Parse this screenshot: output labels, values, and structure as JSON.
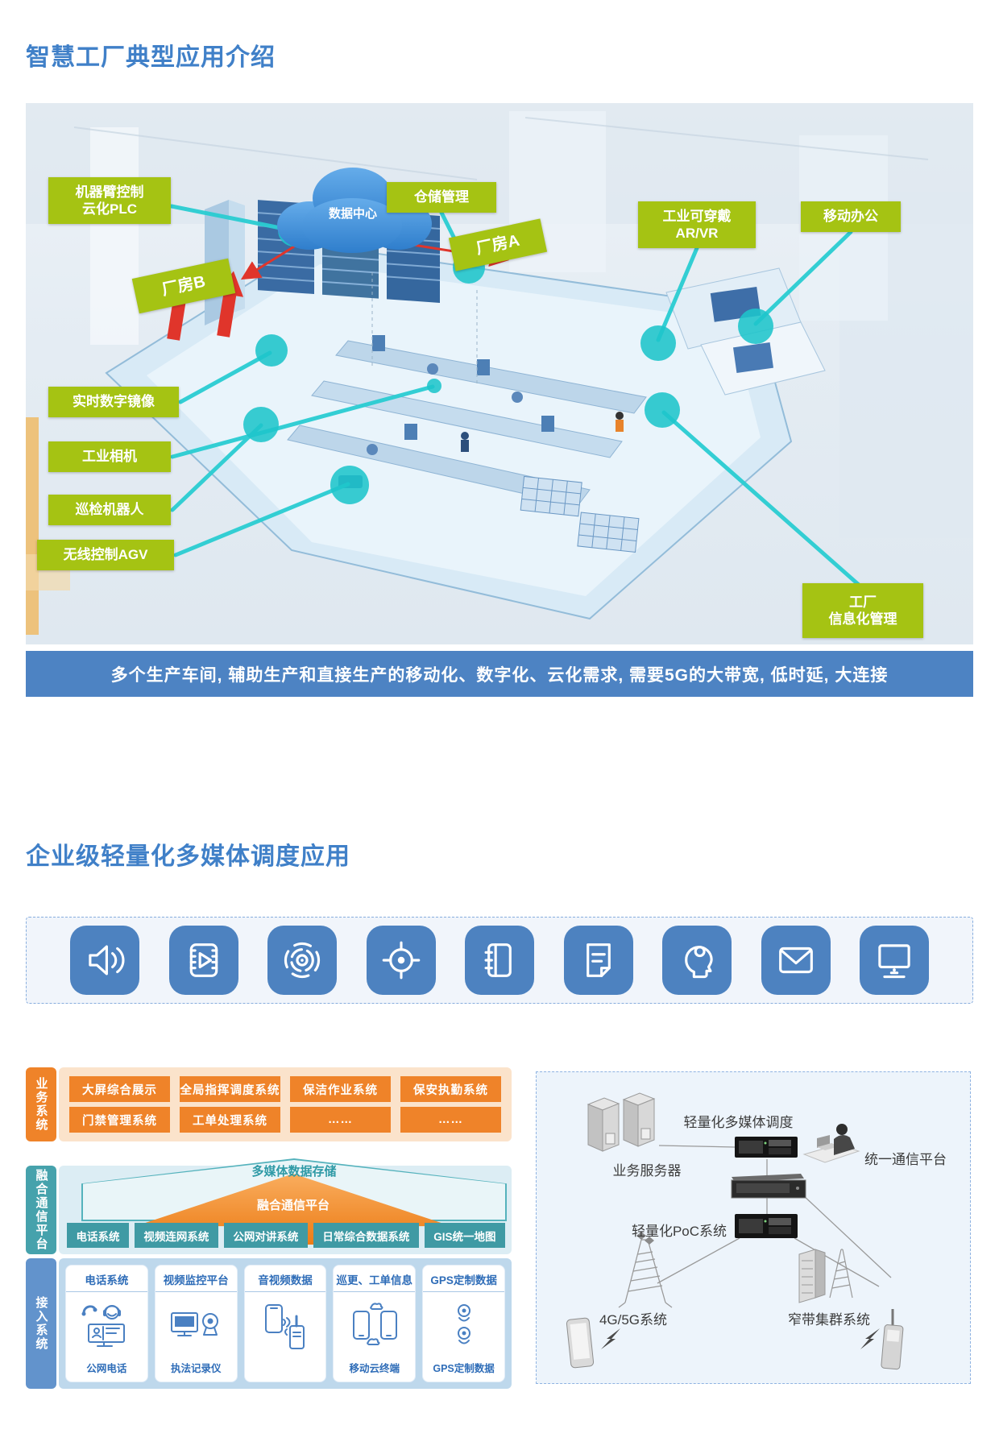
{
  "section1": {
    "title": "智慧工厂典型应用介绍",
    "banner": "多个生产车间, 辅助生产和直接生产的移动化、数字化、云化需求, 需要5G的大带宽, 低时延, 大连接",
    "labels": {
      "robot_plc": "机器臂控制\n云化PLC",
      "data_center": "数据中心",
      "warehouse": "仓储管理",
      "wearable": "工业可穿戴\nAR/VR",
      "mobile_office": "移动办公",
      "building_b": "厂房B",
      "building_a": "厂房A",
      "digital_mirror": "实时数字镜像",
      "industrial_camera": "工业相机",
      "patrol_robot": "巡检机器人",
      "wireless_agv": "无线控制AGV",
      "factory_it": "工厂\n信息化管理"
    }
  },
  "section2": {
    "title": "企业级轻量化多媒体调度应用",
    "icons": [
      "speaker",
      "video-album",
      "radar",
      "gps-target",
      "notebook",
      "message-doc",
      "smart-head",
      "mail",
      "monitor"
    ]
  },
  "business": {
    "tab": "业务系统",
    "row1": [
      "大屏综合展示",
      "全局指挥调度系统",
      "保洁作业系统",
      "保安执勤系统"
    ],
    "row2": [
      "门禁管理系统",
      "工单处理系统",
      "……",
      "……"
    ]
  },
  "fusion": {
    "tab": "融合通信平台",
    "roof": "多媒体数据存储",
    "arrow": "融合通信平台",
    "items": [
      "电话系统",
      "视频连网系统",
      "公网对讲系统",
      "日常综合数据系统",
      "GIS统一地图"
    ]
  },
  "access": {
    "tab": "接入系统",
    "cards": [
      {
        "title": "电话系统",
        "caption": "公网电话"
      },
      {
        "title": "视频监控平台",
        "caption": "执法记录仪"
      },
      {
        "title": "音视频数据",
        "caption": ""
      },
      {
        "title": "巡更、工单信息",
        "caption": "移动云终端"
      },
      {
        "title": "GPS定制数据",
        "caption": "GPS定制数据"
      }
    ]
  },
  "diagram": {
    "labels": {
      "biz_server": "业务服务器",
      "lw_dispatch": "轻量化多媒体调度",
      "uc_platform": "统一通信平台",
      "lw_poc": "轻量化PoC系统",
      "lte": "4G/5G系统",
      "nb": "窄带集群系统"
    }
  },
  "colors": {
    "heading_blue": "#4080c8",
    "banner_blue": "#4d83c3",
    "label_green": "#a5c313",
    "hotspot_teal": "#1ec5cb",
    "arrow_red": "#e0352b",
    "orange": "#ef8329",
    "teal": "#3f9aa4",
    "access_blue": "#6293cc",
    "icon_blue": "#4d82c0"
  }
}
